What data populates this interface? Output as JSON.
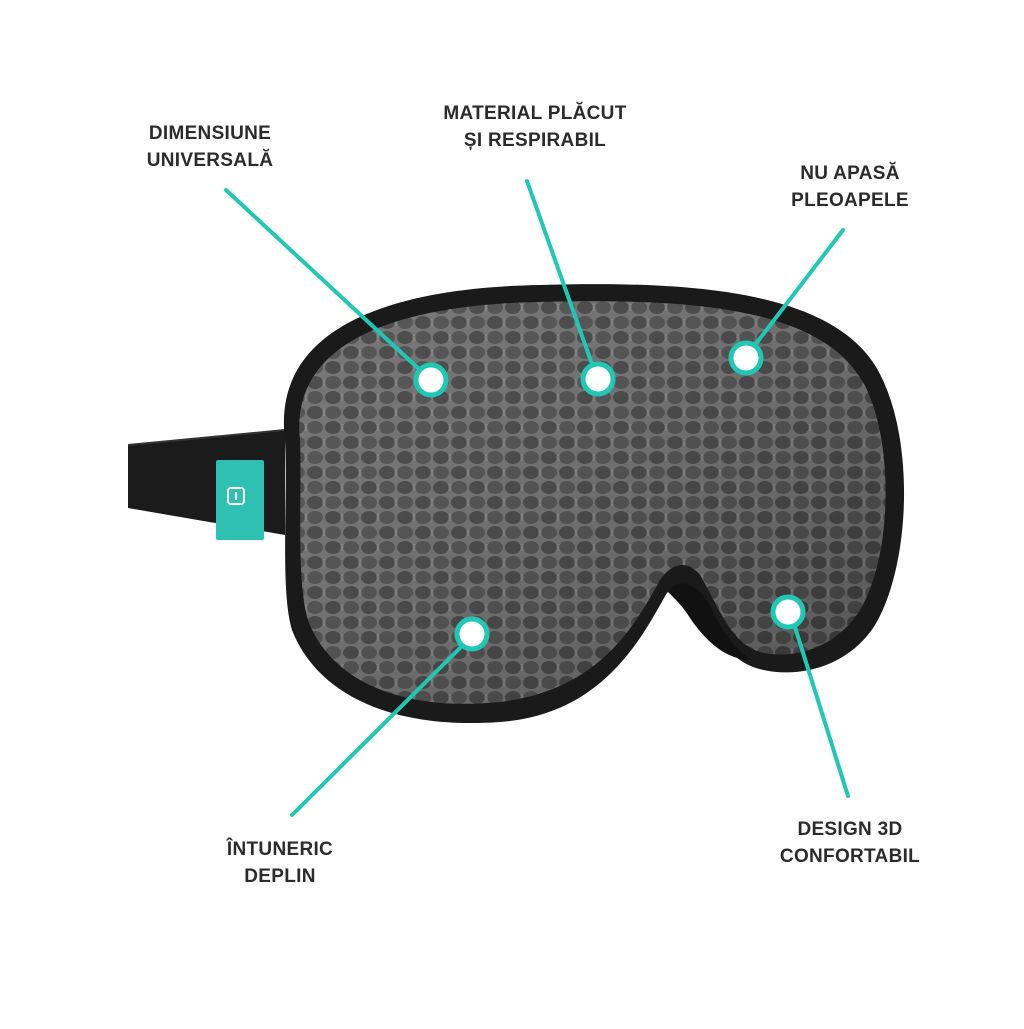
{
  "colors": {
    "accent": "#1fc8b5",
    "mask_body": "#1e1e1e",
    "mesh": "#5a5a5a",
    "cell": "#3a3a3a",
    "label_text": "#2b2b2b",
    "tag": "#2ec0b3"
  },
  "callouts": [
    {
      "id": "dimensiune",
      "line1": "DIMENSIUNE",
      "line2": "UNIVERSALĂ"
    },
    {
      "id": "material",
      "line1": "MATERIAL PLĂCUT",
      "line2": "ȘI RESPIRABIL"
    },
    {
      "id": "nu-apasa",
      "line1": "NU APASĂ",
      "line2": "PLEOAPELE"
    },
    {
      "id": "intuneric",
      "line1": "ÎNTUNERIC",
      "line2": "DEPLIN"
    },
    {
      "id": "design",
      "line1": "DESIGN 3D",
      "line2": "CONFORTABIL"
    }
  ],
  "product": {
    "name": "sleep-mask",
    "tag_icon": "brand-logo-icon"
  }
}
